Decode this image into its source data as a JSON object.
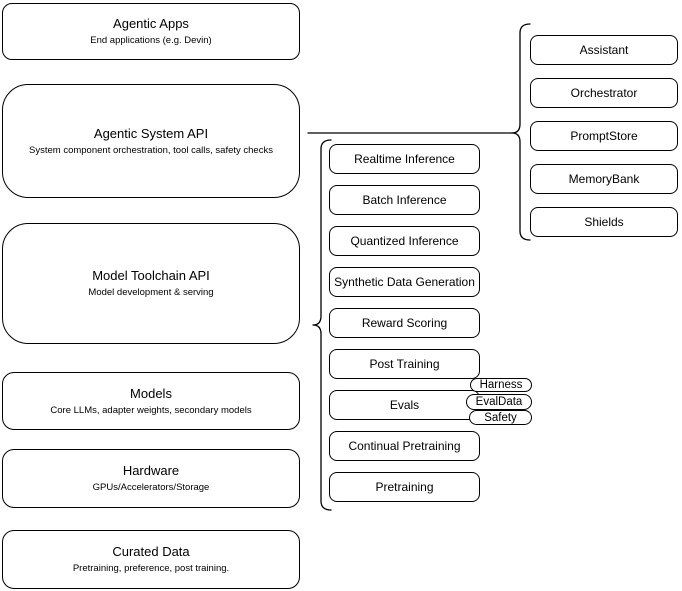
{
  "stack": [
    {
      "title": "Agentic Apps",
      "subtitle": "End applications (e.g. Devin)"
    },
    {
      "title": "Agentic System API",
      "subtitle": "System component orchestration, tool calls, safety checks"
    },
    {
      "title": "Model Toolchain API",
      "subtitle": "Model development & serving"
    },
    {
      "title": "Models",
      "subtitle": "Core LLMs, adapter weights, secondary models"
    },
    {
      "title": "Hardware",
      "subtitle": "GPUs/Accelerators/Storage"
    },
    {
      "title": "Curated Data",
      "subtitle": "Pretraining, preference, post training."
    }
  ],
  "toolchain": {
    "items": [
      "Realtime Inference",
      "Batch Inference",
      "Quantized Inference",
      "Synthetic Data Generation",
      "Reward Scoring",
      "Post Training",
      "Evals",
      "Continual Pretraining",
      "Pretraining"
    ]
  },
  "system": {
    "items": [
      "Assistant",
      "Orchestrator",
      "PromptStore",
      "MemoryBank",
      "Shields"
    ]
  },
  "eval_tags": [
    "Harness",
    "EvalData",
    "Safety"
  ],
  "colors": {
    "stroke": "#000000",
    "fill": "#ffffff",
    "text": "#000000"
  }
}
